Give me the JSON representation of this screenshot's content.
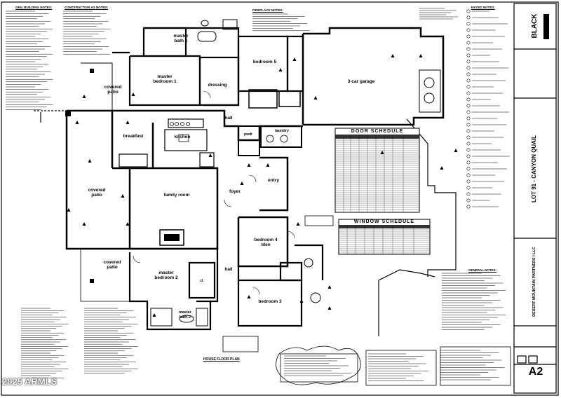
{
  "rooms": {
    "master_bath_1": "master\nbath 1",
    "dressing": "dressing",
    "bedroom_5": "bedroom 5",
    "garage": "3-car garage",
    "master_bedroom_1": "master\nbedroom 1",
    "covered_patio_top": "covered\npatio",
    "hall_top": "hall",
    "powder": "pwdr",
    "laundry": "laundry",
    "breakfast": "breakfast",
    "kitchen": "kitchen",
    "family_room": "family room",
    "foyer": "foyer",
    "entry": "entry",
    "covered_patio_left": "covered\npatio",
    "covered_patio_bottom": "covered\npatio",
    "master_bedroom_2": "master\nbedroom 2",
    "closet": "cl.",
    "hall_bottom": "hall",
    "bedroom_4_den": "bedroom 4\n/den",
    "bedroom_3": "bedroom 3",
    "master_bath_2": "master\nbath 2"
  },
  "notes": {
    "gen_building_notes": "GEN. BUILDING NOTES:",
    "construction_notes": "CONSTRUCTION AS NOTED:",
    "fireplace_notes": "FIREPLACE NOTES:",
    "keyed_notes": "KEYED NOTES:",
    "general_notes": "GENERAL NOTES:",
    "floor_plan_label": "HOUSE FLOOR PLAN"
  },
  "schedules": {
    "door": "DOOR SCHEDULE",
    "window": "WINDOW SCHEDULE"
  },
  "title_block": {
    "firm": "BLACK",
    "project": "LOT 91 - CANYON QUAIL",
    "owner": "DESERT MOUNTAIN PARTNERS I LLC",
    "sheet_number": "A2"
  },
  "watermark": "2025 ARMLS"
}
